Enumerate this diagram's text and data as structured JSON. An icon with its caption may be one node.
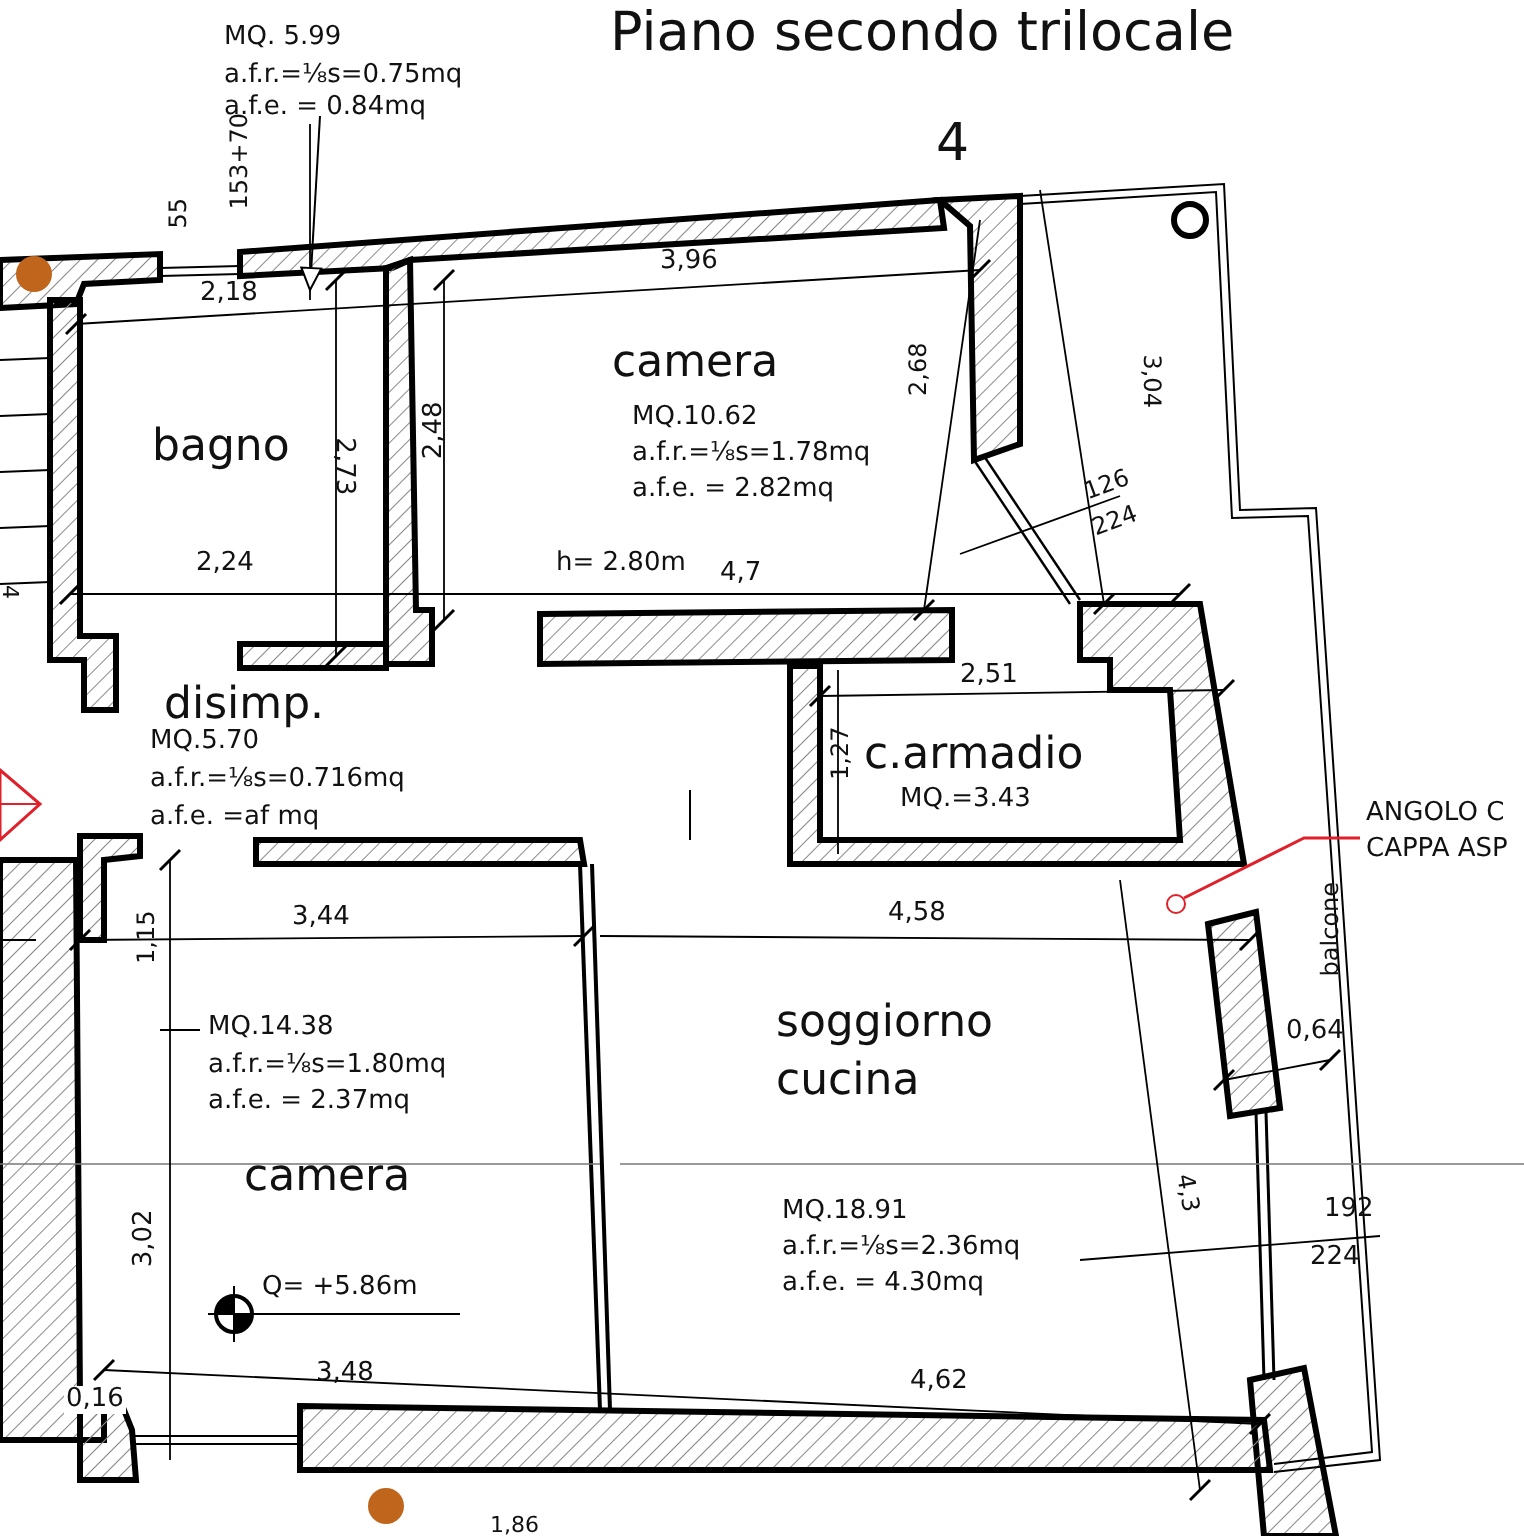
{
  "diagram": {
    "title": "Piano secondo trilocale",
    "nodes": [
      {
        "text": [
          "MQ. 5.99",
          "a.f.r.=⅛s=0.75mq",
          "a.f.e. = 0.84mq"
        ]
      },
      {
        "text": [
          "bagno"
        ]
      },
      {
        "text": [
          "camera",
          "MQ.10.62",
          "a.f.r.=⅛s=1.78mq",
          "a.f.e. = 2.82mq"
        ]
      },
      {
        "text": [
          "disimp.",
          "MQ.5.70",
          "a.f.r.=⅛s=0.716mq",
          "a.f.e. =af mq"
        ]
      },
      {
        "text": [
          "c.armadio",
          "MQ.=3.43"
        ]
      },
      {
        "text": [
          "ANGOLO C",
          "CAPPA ASP"
        ]
      },
      {
        "text": [
          "MQ.14.38",
          "a.f.r.=⅛s=1.80mq",
          "a.f.e. = 2.37mq",
          "camera"
        ]
      },
      {
        "text": [
          "soggiorno cucina",
          "MQ.18.91",
          "a.f.r.=⅛s=2.36mq",
          "a.f.e. = 4.30mq"
        ]
      },
      {
        "text": [],
        "shape": "circle",
        "in": 7
      }
    ],
    "edges": [
      {
        "from": 0,
        "to": 1,
        "arrow": "to"
      },
      {
        "from": 5,
        "to": 8,
        "arrow": "none",
        "color": "#e0202a"
      }
    ],
    "labels": [
      "4",
      "55",
      "153+70",
      "2,18",
      "3,96",
      "3,04",
      "2,73",
      "2,48",
      "2,68",
      "126",
      "224",
      "2,24",
      "h= 2.80m",
      "4,7",
      "4",
      "2,51",
      "1,27",
      "3,44",
      "4,58",
      "balcone",
      "1,15",
      "0,64",
      "4,3",
      "192",
      "224",
      "3,02",
      "Q= +5.86m",
      "3,48",
      "4,62",
      "0,16",
      "1,86"
    ]
  }
}
